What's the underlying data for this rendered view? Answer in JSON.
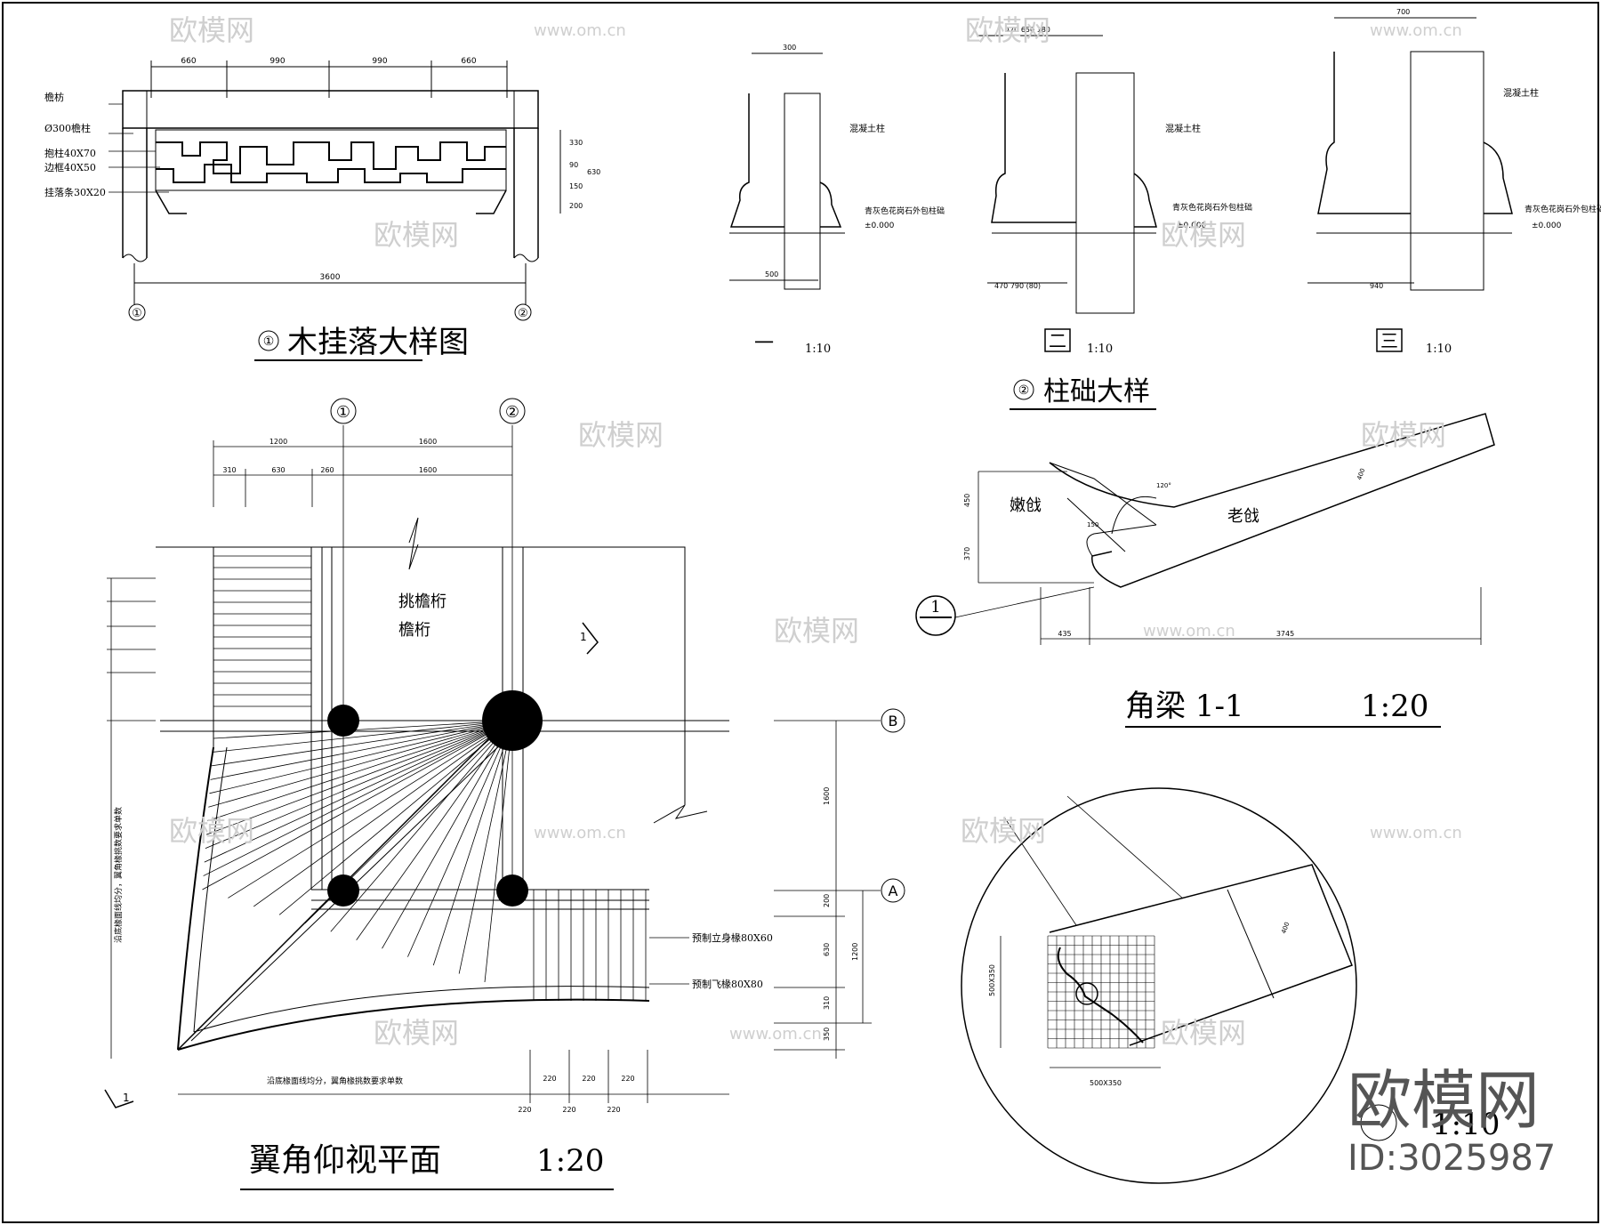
{
  "detail1": {
    "title": "木挂落大样图",
    "number": "①",
    "dims_top": [
      "660",
      "990",
      "990",
      "660"
    ],
    "dim_bottom": "3600",
    "labels": [
      "檐枋",
      "Ø300檐柱",
      "抱柱40X70",
      "边框40X50",
      "挂落条30X20"
    ],
    "axis_left": "①",
    "axis_right": "②",
    "side_dims": [
      "330",
      "90",
      "150",
      "200",
      "630"
    ]
  },
  "detail2": {
    "title": "柱础大样",
    "number": "②",
    "sections": [
      {
        "name": "一",
        "scale": "1:10",
        "top_dim": "300",
        "bottom_dim": "500"
      },
      {
        "name": "二",
        "scale": "1:10",
        "top_dim": "470 650 180",
        "bottom_dim": "470 790 (80)"
      },
      {
        "name": "三",
        "scale": "1:10",
        "top_dim": "700",
        "bottom_dim": "940"
      }
    ],
    "col_label": "混凝土柱",
    "base_label": "青灰色花岗石外包柱础",
    "level": "±0.000"
  },
  "beam": {
    "title": "角梁 1-1",
    "scale": "1:20",
    "label_nen": "嫩戗",
    "label_lao": "老戗",
    "section_mark": "1",
    "dims": [
      "435",
      "3745",
      "450",
      "370",
      "120°",
      "150",
      "400"
    ]
  },
  "plan": {
    "title": "翼角仰视平面",
    "scale": "1:20",
    "axis_1": "①",
    "axis_2": "②",
    "axis_B": "B",
    "axis_A": "A",
    "top_dims_row1": [
      "1200",
      "1600"
    ],
    "top_dims_row2": [
      "310",
      "630",
      "260",
      "1600"
    ],
    "label_tiaoyan": "挑檐桁",
    "label_yanheng": "檐桁",
    "label_yashen": "预制立身椽80X60",
    "label_feiyuan": "预制飞椽80X80",
    "note_left": "沿底椽面线均分，翼角椽挑数要求单数",
    "note_bottom": "沿底椽面线均分，翼角椽挑数要求单数",
    "right_dims": [
      "1600",
      "200",
      "630",
      "310",
      "350",
      "1200"
    ],
    "bottom_dims": [
      "220",
      "220",
      "220",
      "220",
      "220",
      "220"
    ],
    "section_mark": "1"
  },
  "circle_detail": {
    "scale": "1:10",
    "dim_v": "500X350",
    "dim_h": "500X350",
    "dim_d": "400"
  },
  "watermark": {
    "brand": "欧模网",
    "url": "www.om.cn",
    "id": "ID:3025987"
  }
}
